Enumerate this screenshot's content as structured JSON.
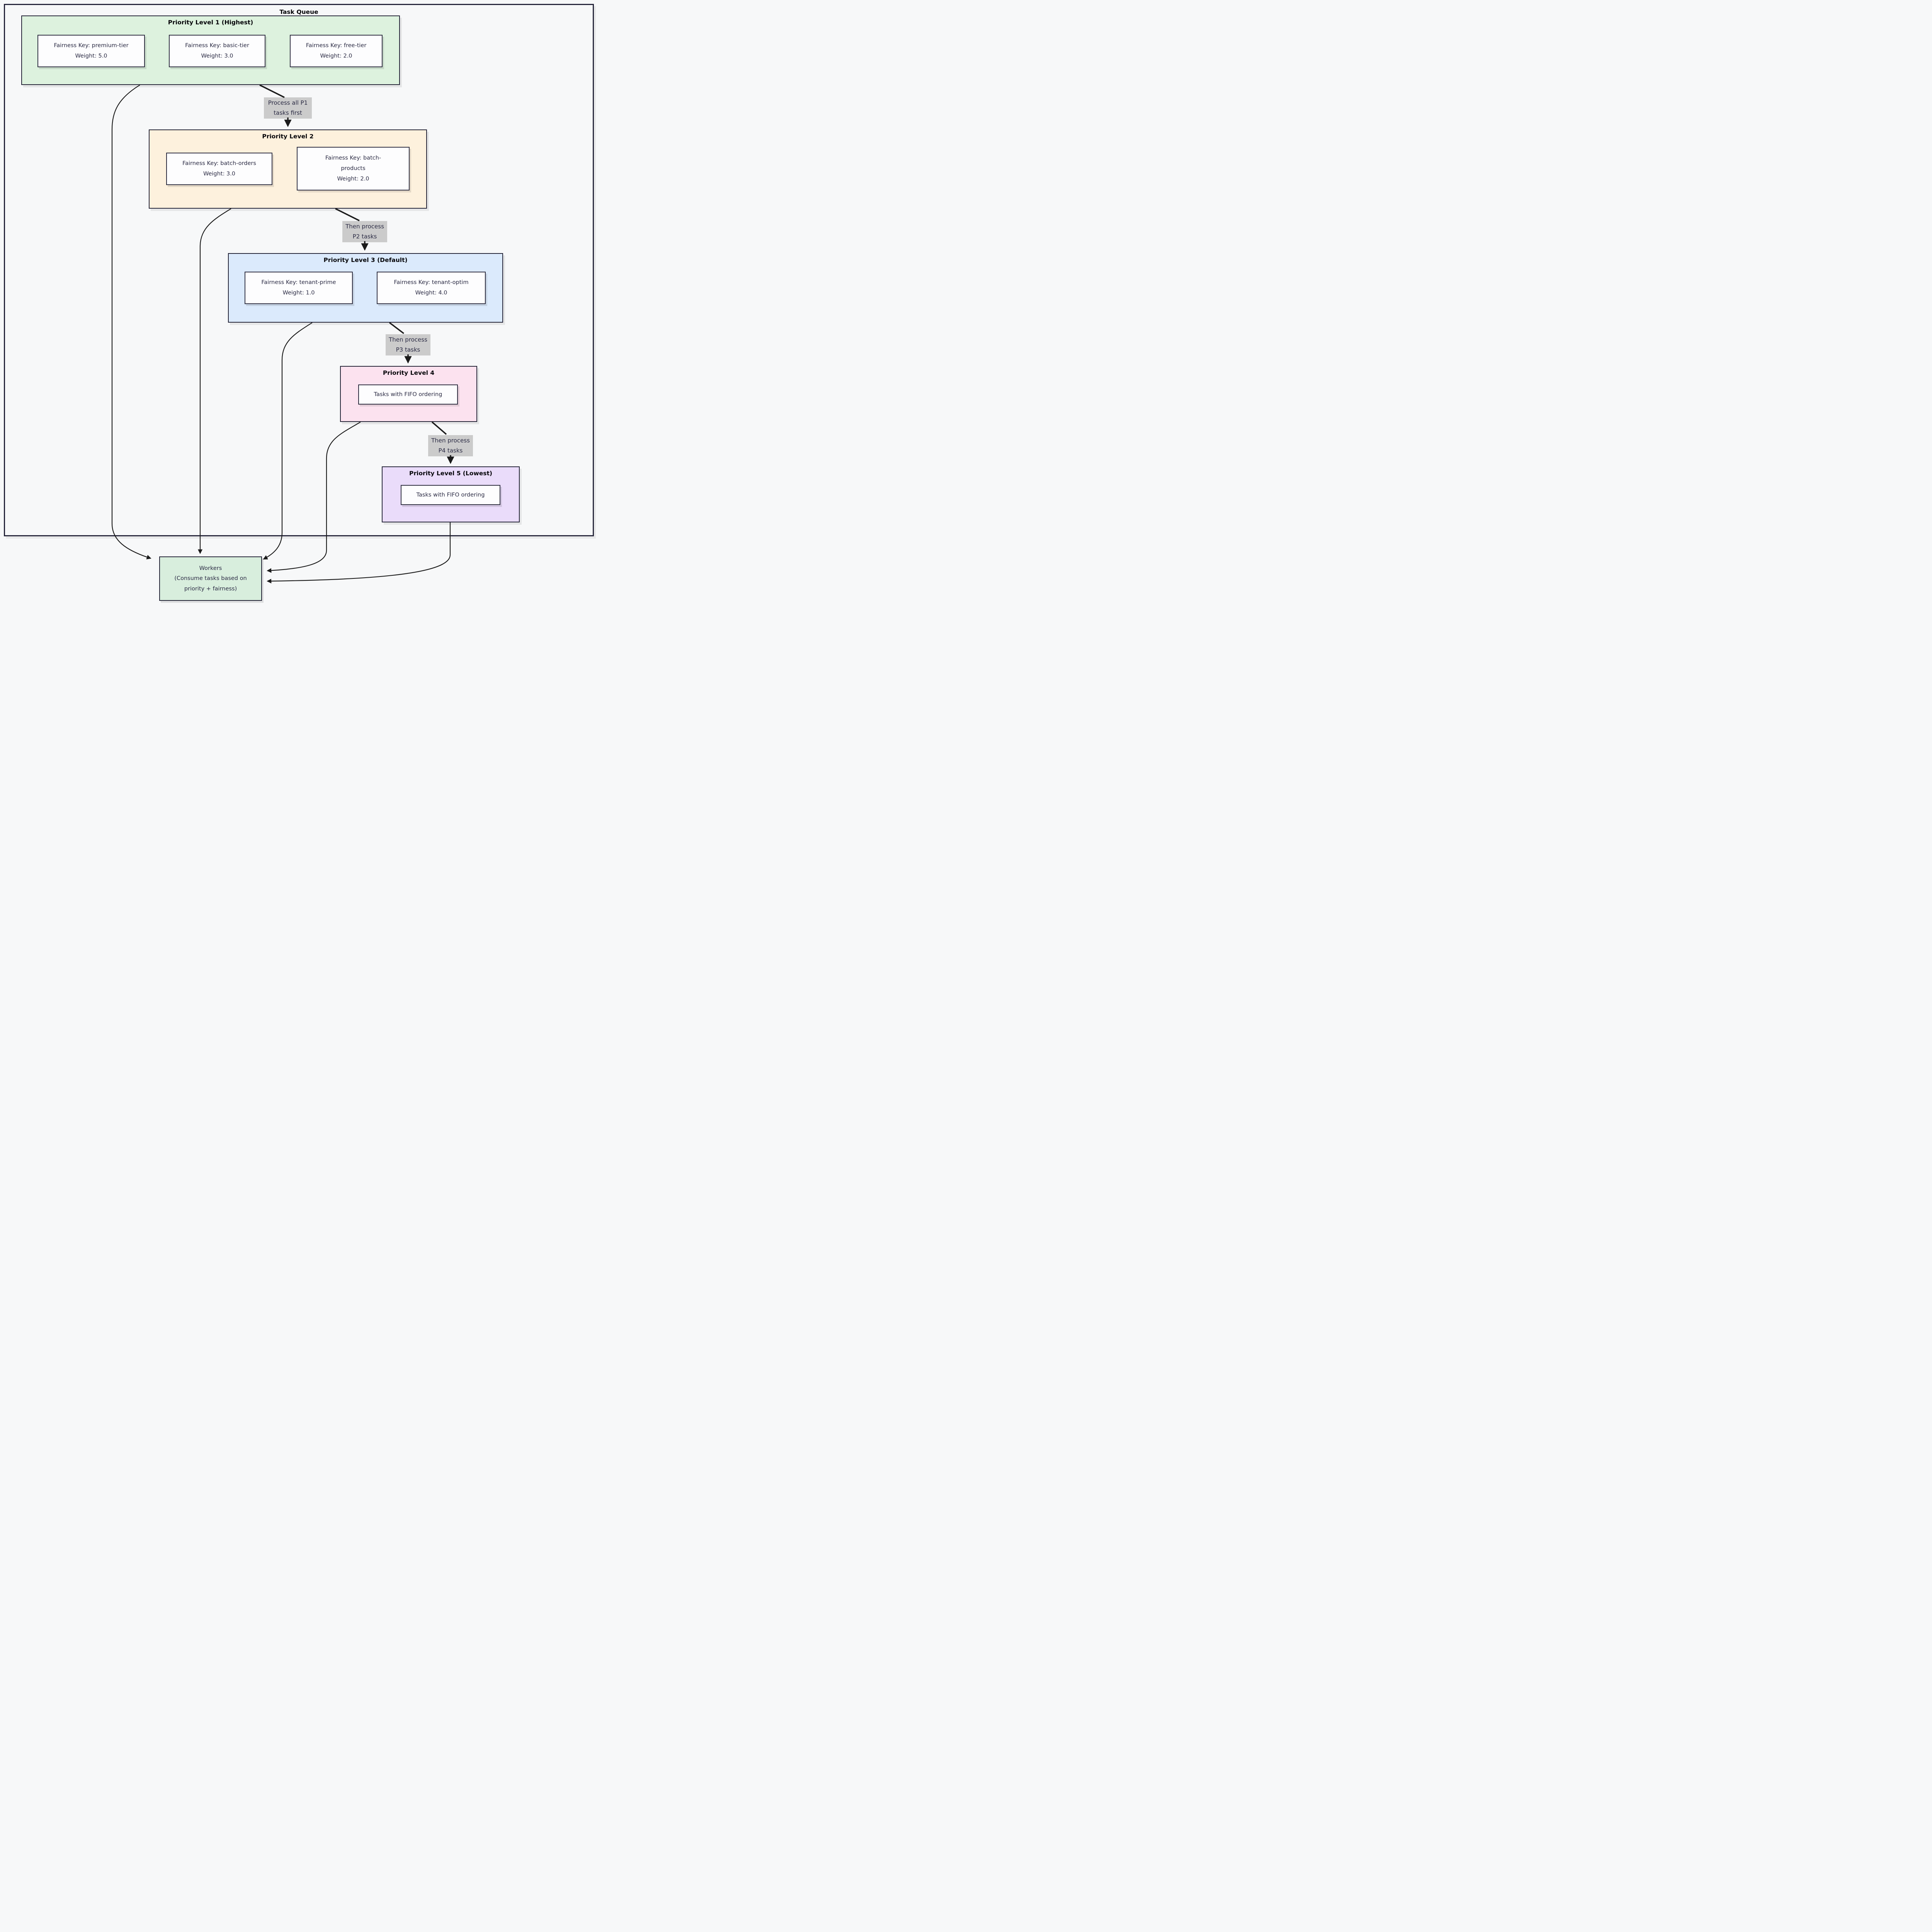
{
  "diagram": {
    "title": "Task Queue",
    "subgraphs": [
      {
        "title": "Priority Level 1 (Highest)",
        "color": "#ddf2de",
        "nodes": [
          {
            "lines": [
              "Fairness Key: premium-tier",
              "Weight: 5.0"
            ]
          },
          {
            "lines": [
              "Fairness Key: basic-tier",
              "Weight: 3.0"
            ]
          },
          {
            "lines": [
              "Fairness Key: free-tier",
              "Weight: 2.0"
            ]
          }
        ]
      },
      {
        "title": "Priority Level 2",
        "color": "#fdf1dd",
        "nodes": [
          {
            "lines": [
              "Fairness Key: batch-orders",
              "Weight: 3.0"
            ]
          },
          {
            "lines": [
              "Fairness Key: batch-",
              "products",
              "Weight: 2.0"
            ]
          }
        ]
      },
      {
        "title": "Priority Level 3 (Default)",
        "color": "#dbeafc",
        "nodes": [
          {
            "lines": [
              "Fairness Key: tenant-prime",
              "Weight: 1.0"
            ]
          },
          {
            "lines": [
              "Fairness Key: tenant-optim",
              "Weight: 4.0"
            ]
          }
        ]
      },
      {
        "title": "Priority Level 4",
        "color": "#fce2ef",
        "nodes": [
          {
            "lines": [
              "Tasks with FIFO ordering"
            ]
          }
        ]
      },
      {
        "title": "Priority Level 5 (Lowest)",
        "color": "#eadcfa",
        "nodes": [
          {
            "lines": [
              "Tasks with FIFO ordering"
            ]
          }
        ]
      }
    ],
    "workers": {
      "color": "#d8eedd",
      "lines": [
        "Workers",
        "(Consume tasks based on",
        "priority + fairness)"
      ]
    },
    "edge_labels": [
      {
        "lines": [
          "Process all P1",
          "tasks first"
        ]
      },
      {
        "lines": [
          "Then process",
          "P2 tasks"
        ]
      },
      {
        "lines": [
          "Then process",
          "P3 tasks"
        ]
      },
      {
        "lines": [
          "Then process",
          "P4 tasks"
        ]
      }
    ],
    "colors": {
      "background": "#f7f8f9",
      "edge": "#1b1b1b",
      "subgraph_border": "#252538",
      "node_border": "#2e2e40",
      "node_fill": "#fdfdfe",
      "edge_label_bg": "#cbcbcb",
      "text": "#2b2b44",
      "p1_fill": "#ddf2de",
      "p2_fill": "#fdf1dd",
      "p3_fill": "#dbeafc",
      "p4_fill": "#fce2ef",
      "p5_fill": "#eadcfa",
      "workers_fill": "#d8eedd"
    }
  }
}
